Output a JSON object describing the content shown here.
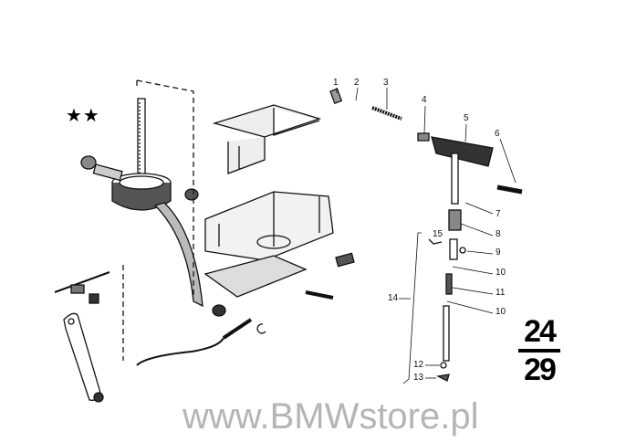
{
  "diagram": {
    "stars": "★★",
    "group_number_top": "24",
    "group_number_bottom": "29",
    "watermark": "www.BMWstore.pl",
    "callouts": [
      "1",
      "2",
      "3",
      "4",
      "5",
      "6",
      "7",
      "8",
      "9",
      "10",
      "11",
      "10",
      "14",
      "15",
      "12",
      "13"
    ]
  }
}
